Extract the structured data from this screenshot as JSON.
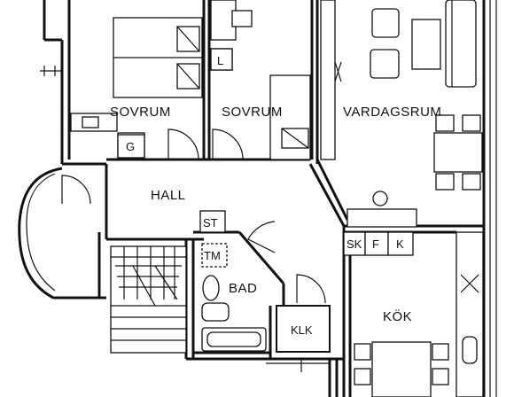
{
  "rooms": {
    "sovrum_1": "SOVRUM",
    "sovrum_2": "SOVRUM",
    "vardagsrum": "VARDAGSRUM",
    "hall": "HALL",
    "bad": "BAD",
    "kok": "KÖK"
  },
  "fixtures": {
    "l": "L",
    "g": "G",
    "st": "ST",
    "tm": "TM",
    "klk": "KLK",
    "sk": "SK",
    "f": "F",
    "k": "K"
  }
}
